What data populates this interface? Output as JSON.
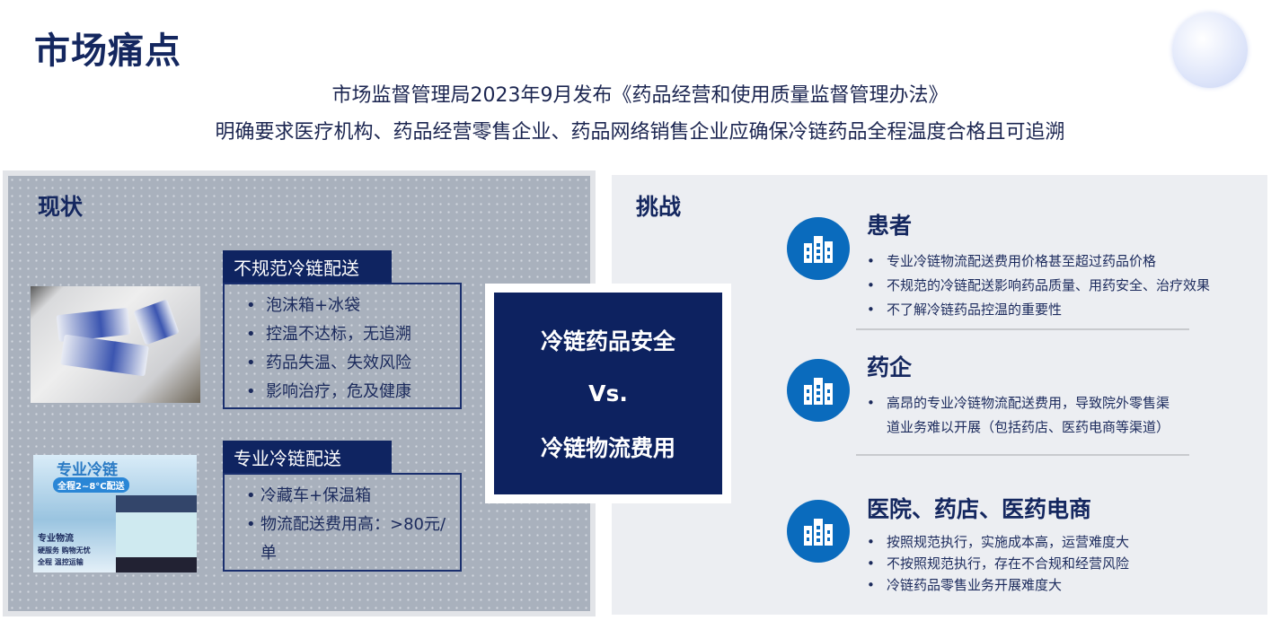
{
  "title": "市场痛点",
  "subtitle": [
    "市场监督管理局2023年9月发布《药品经营和使用质量监督管理办法》",
    "明确要求医疗机构、药品经营零售企业、药品网络销售企业应确保冷链药品全程温度合格且可追溯"
  ],
  "status": {
    "heading": "现状",
    "sections": [
      {
        "tag": "不规范冷链配送",
        "items": [
          "泡沫箱+冰袋",
          "控温不达标，无追溯",
          "药品失温、失效风险",
          "影响治疗，危及健康"
        ]
      },
      {
        "tag": "专业冷链配送",
        "items": [
          "冷藏车+保温箱",
          "物流配送费用高：>80元/单"
        ]
      }
    ],
    "image2_text": [
      "专业冷链",
      "全程2~8°C配送",
      "专业物流",
      "硬服务 购物无忧",
      "全程 温控运输"
    ]
  },
  "center": {
    "line1": "冷链药品安全",
    "vs": "Vs.",
    "line2": "冷链物流费用"
  },
  "challenge": {
    "heading": "挑战",
    "groups": [
      {
        "title": "患者",
        "icon": "buildings-icon",
        "items": [
          "专业冷链物流配送费用价格甚至超过药品价格",
          "不规范的冷链配送影响药品质量、用药安全、治疗效果",
          "不了解冷链药品控温的重要性"
        ]
      },
      {
        "title": "药企",
        "icon": "buildings-icon",
        "items": [
          "高昂的专业冷链物流配送费用，导致院外零售渠道业务难以开展（包括药店、医药电商等渠道）"
        ]
      },
      {
        "title": "医院、药店、医药电商",
        "icon": "buildings-icon",
        "items": [
          "按照规范执行，实施成本高，运营难度大",
          "不按照规范执行，存在不合规和经营风险",
          "冷链药品零售业务开展难度大"
        ]
      }
    ]
  },
  "colors": {
    "navy": "#0d2260",
    "icon_blue": "#0a6bbd",
    "panel_gray": "#a9b1bd",
    "panel_light": "#eceef2"
  }
}
